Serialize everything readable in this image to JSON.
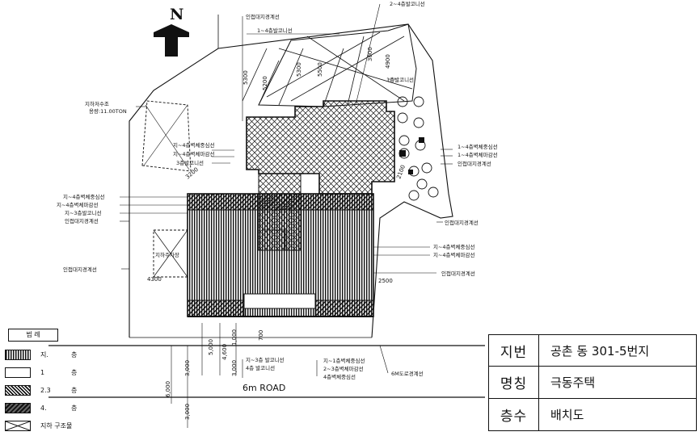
{
  "north_label": "N",
  "labels": {
    "top_adjacent": "인접대지경계선",
    "top_balcony_2_4": "2~4층발코니선",
    "top_balcony_1_4": "1~4층발코니선",
    "top_right_balcony": "1층발코니선",
    "water_tank_1": "지하저수조",
    "water_tank_2": "용량:11.00TON",
    "mid_outer_wall": "지~4층벽체중심선",
    "mid_outer_finish": "지~4층벽체마감선",
    "mid_balcony": "3층발코니선",
    "right_outer_wall": "1~4층벽체중심선",
    "right_outer_finish": "1~4층벽체마감선",
    "right_adjacent": "인접대지경계선",
    "left_outer_wall": "지~4층벽체중심선",
    "left_outer_finish": "지~4층벽체마감선",
    "left_balcony": "지~3층발코니선",
    "left_adjacent": "인접대지경계선",
    "right_adjacent_2": "인접대지경계선",
    "right_low_wall": "지~4층벽체중심선",
    "right_low_finish": "지~4층벽체마감선",
    "left_adjacent_2": "인접대지경계선",
    "right_adjacent_3": "인접대지경계선",
    "left_box": "지하주차장",
    "bot_balcony_1": "지~3층 발코니선",
    "bot_balcony_2": "4층 발코니선",
    "bot_wall_1": "지~1층벽체중심선",
    "bot_wall_2": "2~3층벽체마감선",
    "bot_wall_3": "4층벽체중심선",
    "road_line": "6M도로경계선",
    "road": "6m ROAD"
  },
  "dims": {
    "d1": "5300",
    "d2": "5200",
    "d3": "5300",
    "d4": "5500",
    "d5": "4900",
    "d6": "3000",
    "d7": "2100",
    "d8": "2500",
    "d9": "4300",
    "d10": "3200",
    "v1": "5,000",
    "v2": "4,600",
    "v3": "3,000",
    "v4": "1,000",
    "v5": "700",
    "v6": "3,000",
    "v7": "6,000",
    "v8": "3,000"
  },
  "legend": {
    "title": "범 례",
    "rows": [
      {
        "label": "지.",
        "unit": "층"
      },
      {
        "label": "1",
        "unit": "층"
      },
      {
        "label": "2.3",
        "unit": "층"
      },
      {
        "label": "4.",
        "unit": "층"
      },
      {
        "label": "지하 구조물",
        "unit": ""
      }
    ]
  },
  "info": {
    "lot_key": "지번",
    "lot_val": "공촌 동 301-5번지",
    "name_key": "명칭",
    "name_val": "극동주택",
    "floor_key": "층수",
    "floor_val": "배치도"
  }
}
